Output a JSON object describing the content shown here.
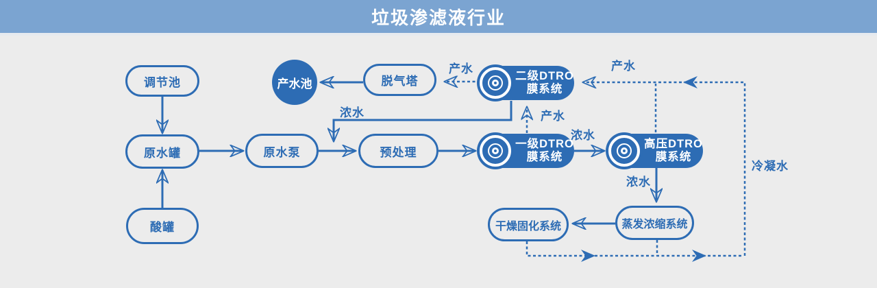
{
  "header": {
    "title": "垃圾渗滤液行业"
  },
  "colors": {
    "primary_blue": "#2d6cb4",
    "header_bg": "#7ba4d1",
    "canvas_bg": "#ececec",
    "node_text_on_fill": "#ffffff"
  },
  "nodes": {
    "regulation_pool": {
      "label": "调节池"
    },
    "raw_water_tank": {
      "label": "原水罐"
    },
    "acid_tank": {
      "label": "酸罐"
    },
    "raw_water_pump": {
      "label": "原水泵"
    },
    "pretreatment": {
      "label": "预处理"
    },
    "product_water_pool": {
      "label": "产水池"
    },
    "degassing_tower": {
      "label": "脱气塔"
    },
    "dtro_stage2": {
      "line1": "二级DTRO",
      "line2": "膜系统"
    },
    "dtro_stage1": {
      "line1": "一级DTRO",
      "line2": "膜系统"
    },
    "dtro_high_pressure": {
      "line1": "高压DTRO",
      "line2": "膜系统"
    },
    "evaporation_system": {
      "label": "蒸发浓缩系统"
    },
    "drying_system": {
      "label": "干燥固化系统"
    }
  },
  "edge_labels": {
    "product_water_to_degasser": "产水",
    "product_water_return_top": "产水",
    "product_water_stage1_stage2": "产水",
    "concentrate_return": "浓水",
    "concentrate_stage1_to_hp": "浓水",
    "concentrate_hp_to_evap": "浓水",
    "condensate": "冷凝水"
  }
}
